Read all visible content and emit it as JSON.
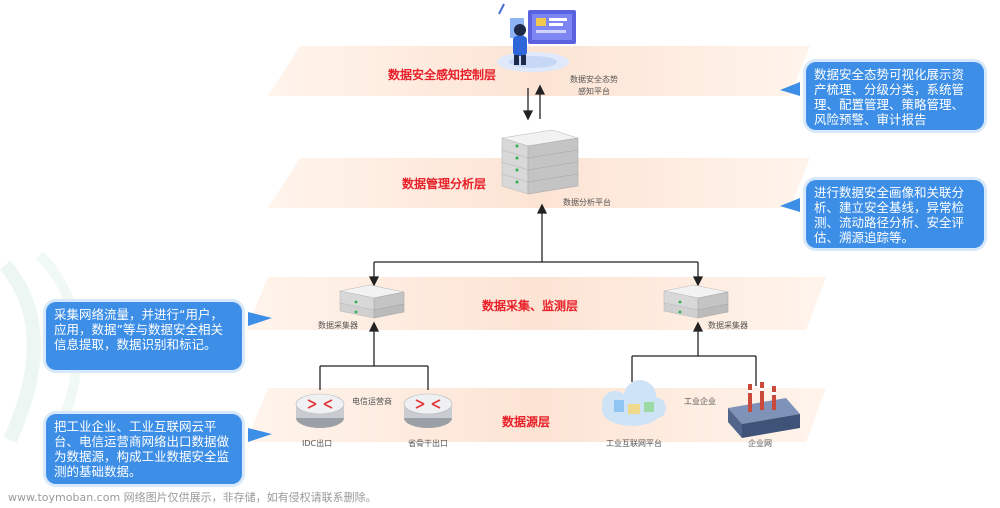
{
  "layers": {
    "perception": "数据安全感知控制层",
    "analysis": "数据管理分析层",
    "collection": "数据采集、监测层",
    "source": "数据源层"
  },
  "nodes": {
    "situation_platform_line1": "数据安全态势",
    "situation_platform_line2": "感知平台",
    "analysis_platform": "数据分析平台",
    "collector_left": "数据采集器",
    "collector_right": "数据采集器",
    "telecom_label": "电信运营商",
    "idc_exit": "IDC出口",
    "province_exit": "省骨干出口",
    "industrial_enterprise_label": "工业企业",
    "iiot_platform": "工业互联网平台",
    "enterprise_network": "企业网"
  },
  "callouts": {
    "perception": "数据安全态势可视化展示资产梳理、分级分类，系统管理、配置管理、策略管理、风险预警、审计报告",
    "analysis": "进行数据安全画像和关联分析、建立安全基线，异常检测、流动路径分析、安全评估、溯源追踪等。",
    "collection": "采集网络流量，并进行“用户，应用，数据”等与数据安全相关信息提取，数据识别和标记。",
    "source": "把工业企业、工业互联网云平台、电信运营商网络出口数据做为数据源，构成工业数据安全监测的基础数据。"
  },
  "watermark": "www.toymoban.com 网络图片仅供展示，非存储，如有侵权请联系删除。",
  "colors": {
    "band": "#fde9dc",
    "title_red": "#e8202a",
    "callout_blue": "#3d8ee6",
    "callout_glow": "#d7e8fb"
  }
}
